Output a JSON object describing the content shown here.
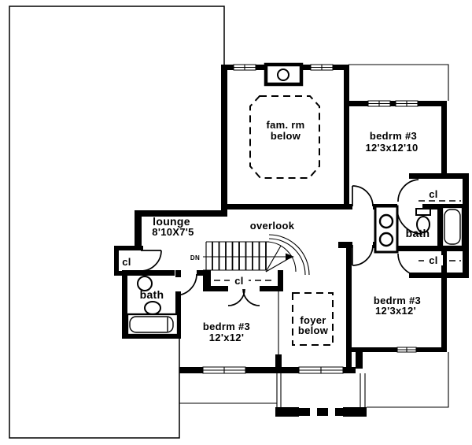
{
  "labels": {
    "fam_rm": {
      "line1": "fam. rm",
      "line2": "below"
    },
    "bedrm_ne": {
      "line1": "bedrm #3",
      "line2": "12'3x12'10"
    },
    "bedrm_se": {
      "line1": "bedrm #3",
      "line2": "12'3x12'"
    },
    "bedrm_sw": {
      "line1": "bedrm #3",
      "line2": "12'x12'"
    },
    "lounge": {
      "line1": "lounge",
      "line2": "8'10X7'5"
    },
    "overlook": "overlook",
    "foyer": {
      "line1": "foyer",
      "line2": "below"
    },
    "bath_right": "bath",
    "bath_left": "bath",
    "cl_west": "cl",
    "cl_stairs": "cl",
    "cl_ne": "cl",
    "cl_se": "cl",
    "stairs_dn": "DN"
  },
  "colors": {
    "line": "#000000",
    "background": "#ffffff"
  }
}
